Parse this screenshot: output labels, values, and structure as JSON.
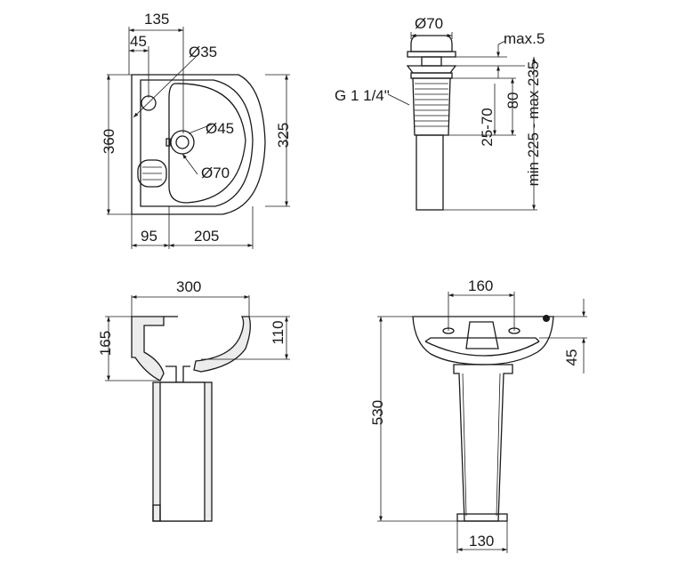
{
  "top_view": {
    "dim_135": "135",
    "dim_45": "45",
    "dim_d35": "Ø35",
    "dim_d45": "Ø45",
    "dim_d70": "Ø70",
    "dim_360": "360",
    "dim_325": "325",
    "dim_95": "95",
    "dim_205": "205"
  },
  "drain_view": {
    "dim_d70": "Ø70",
    "dim_max5": "max.5",
    "thread": "G 1 1/4\"",
    "dim_80": "80",
    "dim_25_70": "25-70",
    "dim_range": "min 225 - max 235"
  },
  "side_view": {
    "dim_300": "300",
    "dim_165": "165",
    "dim_110": "110"
  },
  "front_view": {
    "dim_160": "160",
    "dim_45": "45",
    "dim_530": "530",
    "dim_130": "130"
  }
}
